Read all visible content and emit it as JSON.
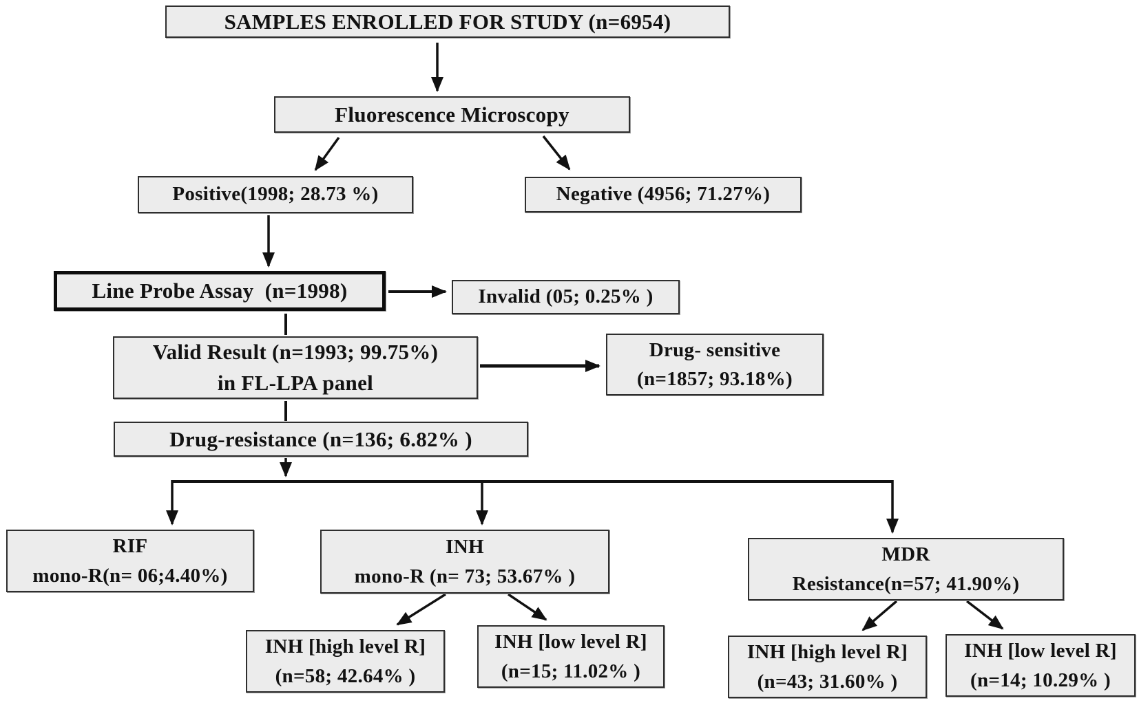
{
  "diagram": {
    "title": "Study enrollment and Line Probe Assay results flowchart",
    "colors": {
      "box_fill": "#ececec",
      "box_border": "#2e2e2e",
      "thick_border": "#0d0d0d",
      "arrow": "#111111",
      "text": "#121212",
      "background": "#ffffff"
    },
    "nodes": {
      "samples": {
        "text": "SAMPLES ENROLLED FOR STUDY (n=6954)"
      },
      "fluorescence": {
        "text": "Fluorescence Microscopy"
      },
      "positive": {
        "text": "Positive(1998; 28.73 %)"
      },
      "negative": {
        "text": "Negative (4956; 71.27%)"
      },
      "lpa": {
        "text": "Line Probe Assay  (n=1998)"
      },
      "invalid": {
        "text": "Invalid (05; 0.25% )"
      },
      "valid": {
        "text": "Valid Result (n=1993; 99.75%)\nin FL-LPA panel"
      },
      "drug_sensitive": {
        "text": "Drug- sensitive\n(n=1857; 93.18%)"
      },
      "drug_resistance": {
        "text": "Drug-resistance (n=136; 6.82% )"
      },
      "rif_mono": {
        "text": "RIF\nmono-R(n= 06;4.40%)"
      },
      "inh_mono": {
        "text": "INH\nmono-R (n= 73; 53.67% )"
      },
      "mdr": {
        "text": "MDR\nResistance(n=57; 41.90%)"
      },
      "inh_high": {
        "text": "INH [high level R]\n(n=58; 42.64% )"
      },
      "inh_low": {
        "text": "INH [low level R]\n(n=15; 11.02% )"
      },
      "mdr_inh_high": {
        "text": "INH [high level R]\n(n=43; 31.60% )"
      },
      "mdr_inh_low": {
        "text": "INH [low level R]\n(n=14; 10.29% )"
      }
    },
    "edges": [
      "samples -> fluorescence",
      "fluorescence -> positive",
      "fluorescence -> negative",
      "positive -> lpa",
      "lpa -> invalid",
      "lpa -> valid",
      "valid -> drug_sensitive",
      "valid -> drug_resistance",
      "drug_resistance -> rif_mono",
      "drug_resistance -> inh_mono",
      "drug_resistance -> mdr",
      "inh_mono -> inh_high",
      "inh_mono -> inh_low",
      "mdr -> mdr_inh_high",
      "mdr -> mdr_inh_low"
    ]
  }
}
